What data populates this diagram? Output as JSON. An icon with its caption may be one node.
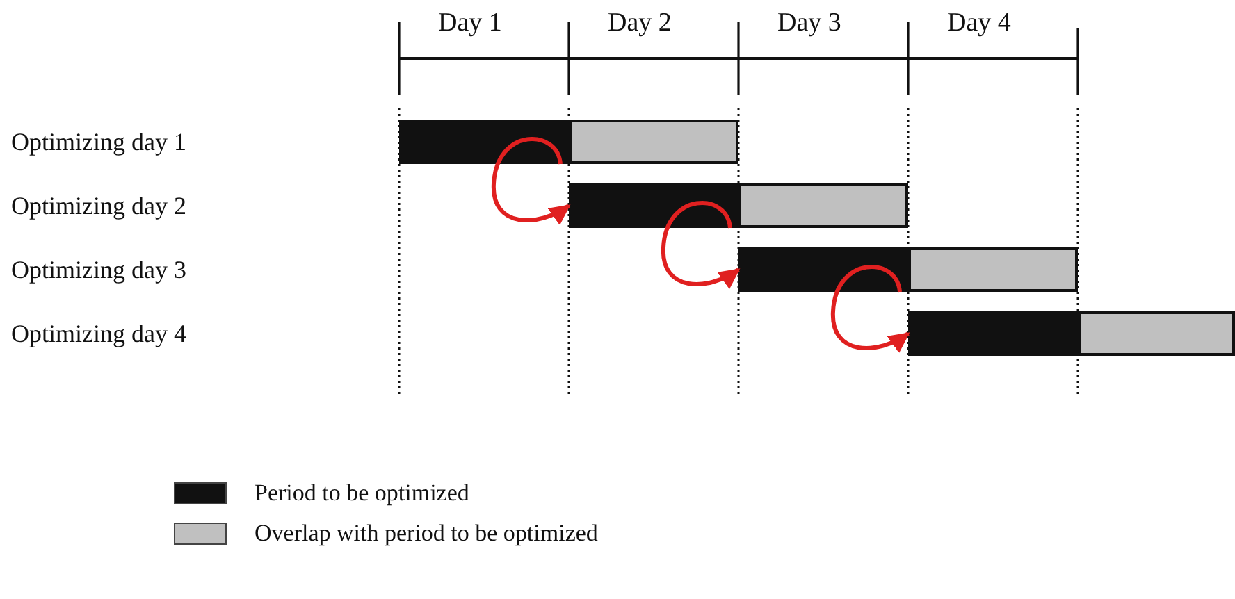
{
  "diagram": {
    "nodes": [
      {
        "text": [],
        "shape": "bar"
      },
      {
        "text": [],
        "shape": "bar"
      },
      {
        "text": [],
        "shape": "bar"
      },
      {
        "text": [],
        "shape": "bar"
      },
      {
        "text": [],
        "shape": "bar"
      },
      {
        "text": [],
        "shape": "bar"
      },
      {
        "text": [],
        "shape": "bar"
      },
      {
        "text": [],
        "shape": "bar"
      }
    ],
    "edges": [
      {
        "from": 0,
        "to": 2,
        "arrow": "to",
        "color": "#e02020"
      },
      {
        "from": 2,
        "to": 4,
        "arrow": "to",
        "color": "#e02020"
      },
      {
        "from": 4,
        "to": 6,
        "arrow": "to",
        "color": "#e02020"
      }
    ],
    "labels": [
      "Day 1",
      "Day 2",
      "Day 3",
      "Day 4",
      "Optimizing day 1",
      "Optimizing day 2",
      "Optimizing day 3",
      "Optimizing day 4"
    ],
    "legend": [
      {
        "text": "Period to be optimized",
        "color": "#111111"
      },
      {
        "text": "Overlap with period to be optimized",
        "color": "#c0c0c0"
      }
    ]
  }
}
